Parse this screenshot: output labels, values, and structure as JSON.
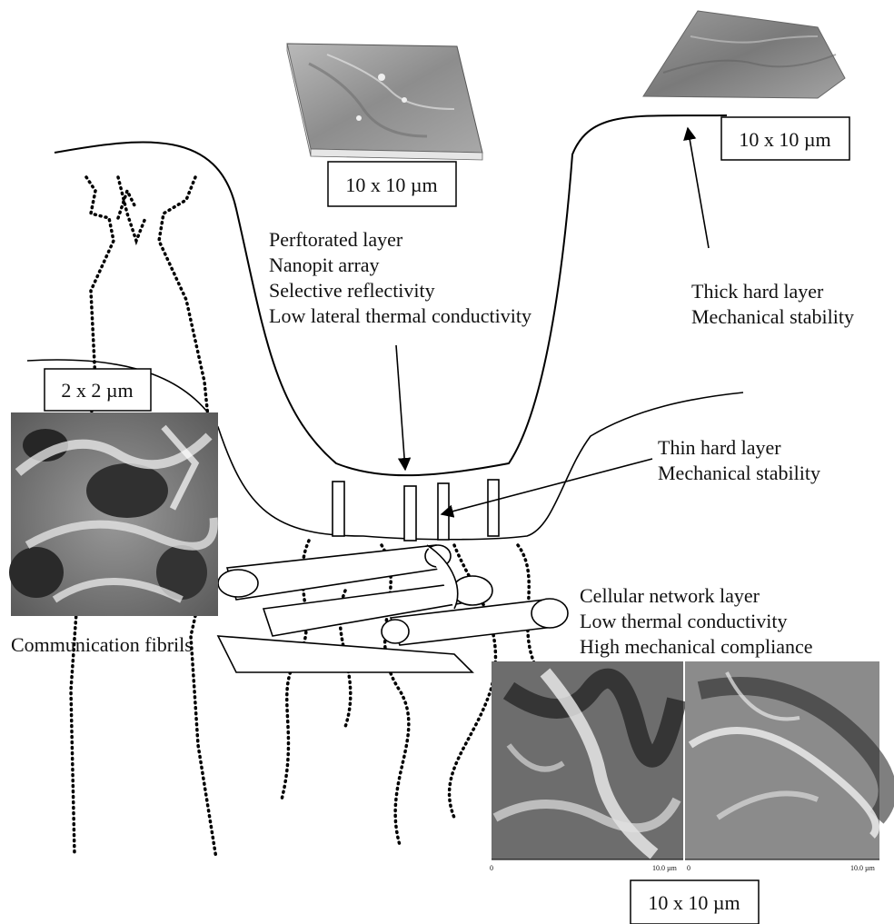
{
  "scale_labels": {
    "top_center": "10 x 10 µm",
    "top_right": "10 x 10 µm",
    "left": "2 x 2 µm",
    "bottom": "10 x 10 µm"
  },
  "annotations": {
    "perforated": [
      "Perftorated layer",
      "Nanopit array",
      "Selective reflectivity",
      "Low lateral thermal conductivity"
    ],
    "thick": [
      "Thick hard layer",
      "Mechanical stability"
    ],
    "thin": [
      "Thin hard layer",
      "Mechanical stability"
    ],
    "cellular": [
      "Cellular network layer",
      "Low thermal conductivity",
      "High mechanical compliance"
    ],
    "fibrils": "Communication fibrils"
  },
  "image_axis": {
    "left_panel": {
      "start": "0",
      "end": "10.0 µm"
    },
    "right_panel": {
      "start": "0",
      "end": "10.0 µm"
    }
  }
}
